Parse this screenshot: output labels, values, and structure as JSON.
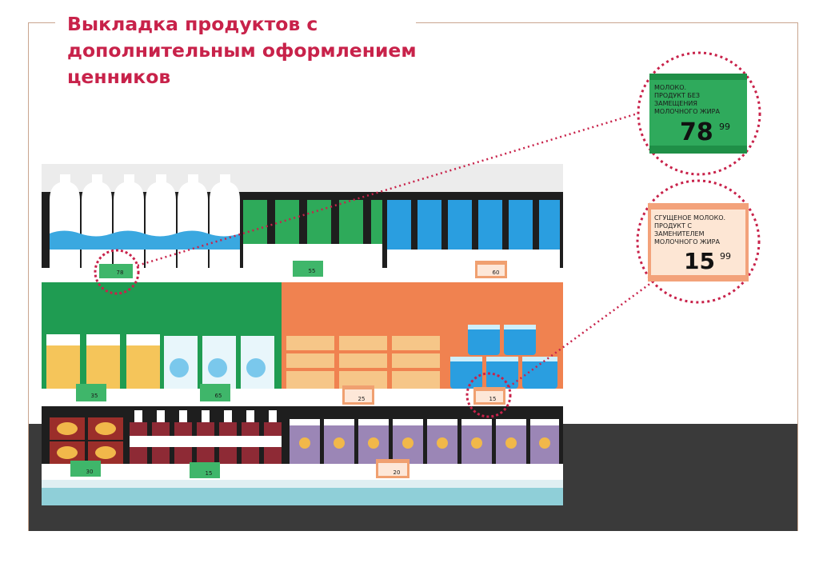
{
  "title": {
    "line1": "Выкладка продуктов с",
    "line2": "дополнительным оформлением",
    "line3": "ценников"
  },
  "callouts": {
    "green": {
      "label_lines": [
        "МОЛОКО.",
        "ПРОДУКТ БЕЗ",
        "ЗАМЕЩЕНИЯ",
        "МОЛОЧНОГО ЖИРА"
      ],
      "price_main": "78",
      "price_cents": "99"
    },
    "orange": {
      "label_lines": [
        "СГУЩЕНОЕ МОЛОКО.",
        "ПРОДУКТ С",
        "ЗАМЕНИТЕЛЕМ",
        "МОЛОЧНОГО ЖИРА"
      ],
      "price_main": "15",
      "price_cents": "99"
    }
  },
  "shelf_tags": {
    "top_1": "78",
    "top_2": "55",
    "top_3": "60",
    "mid_1": "35",
    "mid_2": "65",
    "mid_3": "25",
    "mid_4": "15",
    "bot_1": "30",
    "bot_2": "15",
    "bot_3": "20"
  },
  "colors": {
    "title": "#c8224a",
    "highlight_circle": "#c8224a",
    "green_tag": "#3fb66a",
    "orange_tag": "#f0a070",
    "floor": "#3a3a3a"
  }
}
